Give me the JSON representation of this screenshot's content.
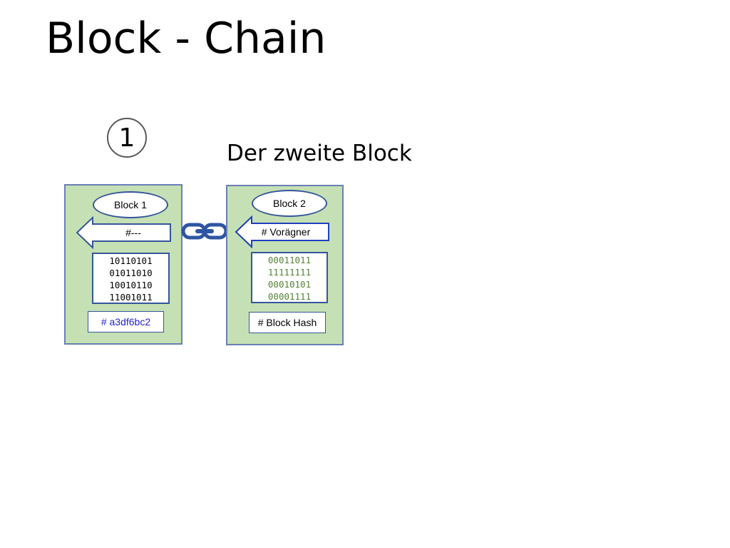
{
  "title": "Block - Chain",
  "step_number": "1",
  "subtitle": "Der zweite Block",
  "blocks": [
    {
      "name": "Block 1",
      "prev_hash_label": "#---",
      "data_lines": [
        "10110101",
        "01011010",
        "10010110",
        "11001011"
      ],
      "hash_label": "# a3df6bc2"
    },
    {
      "name": "Block 2",
      "prev_hash_label": "# Vorägner",
      "data_lines": [
        "00011011",
        "11111111",
        "00010101",
        "00001111"
      ],
      "hash_label": "# Block Hash"
    }
  ],
  "colors": {
    "card_fill": "#c5e0b4",
    "outline": "#35569b",
    "chain": "#2e55a3",
    "data_green": "#548235",
    "hash_blue": "#1f1fcf"
  },
  "icons": {
    "chain": "chain-link-icon"
  }
}
